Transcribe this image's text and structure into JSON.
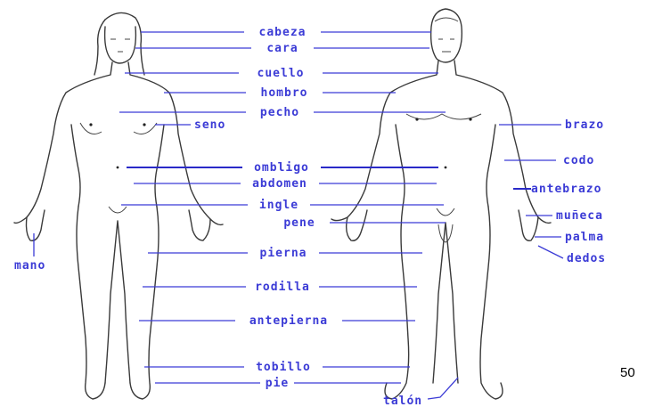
{
  "labels": {
    "cabeza": "cabeza",
    "cara": "cara",
    "cuello": "cuello",
    "hombro": "hombro",
    "pecho": "pecho",
    "seno": "seno",
    "brazo": "brazo",
    "codo": "codo",
    "ombligo": "ombligo",
    "abdomen": "abdomen",
    "antebrazo": "antebrazo",
    "ingle": "ingle",
    "pene": "pene",
    "muneca": "muñeca",
    "palma": "palma",
    "mano": "mano",
    "dedos": "dedos",
    "pierna": "pierna",
    "rodilla": "rodilla",
    "antepierna": "antepierna",
    "tobillo": "tobillo",
    "pie": "pie",
    "talon": "talón"
  },
  "page_number": "50",
  "colors": {
    "label": "#3b3bd6",
    "outline": "#3a3a3a"
  }
}
